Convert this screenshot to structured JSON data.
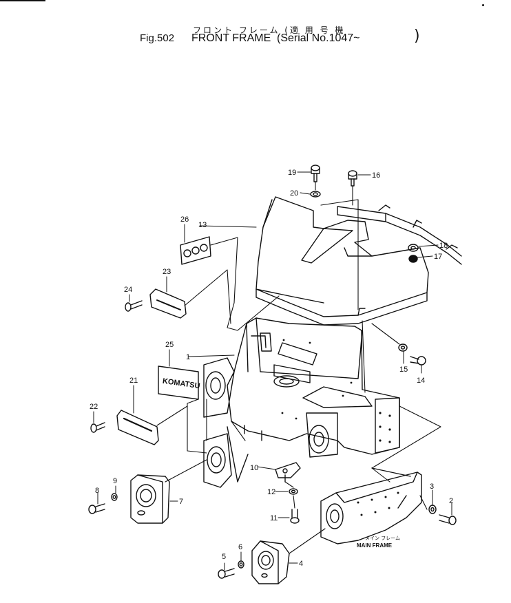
{
  "title": {
    "japanese": "フロント フレーム (適 用 号 機",
    "figure": "Fig.502",
    "name": "FRONT FRAME",
    "serial": "(Serial No.1047~",
    "close": ")"
  },
  "callouts": [
    "1",
    "2",
    "3",
    "4",
    "5",
    "6",
    "7",
    "8",
    "9",
    "10",
    "11",
    "12",
    "13",
    "14",
    "15",
    "16",
    "17",
    "18",
    "19",
    "20",
    "21",
    "22",
    "23",
    "24",
    "25",
    "26"
  ],
  "main_frame_label": {
    "japanese": "メイン フレーム",
    "english": "MAIN FRAME"
  },
  "nameplate_text": "KOMATSU"
}
